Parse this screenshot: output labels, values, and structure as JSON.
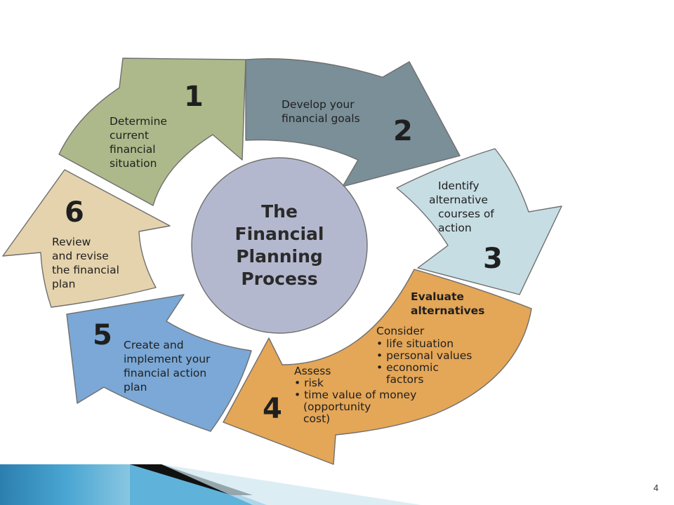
{
  "diagram": {
    "center": {
      "lines": [
        "The",
        "Financial",
        "Planning",
        "Process"
      ]
    },
    "steps": [
      {
        "number": "1",
        "lines": [
          "Determine",
          "current",
          "financial",
          "situation"
        ],
        "color": "#adb98a"
      },
      {
        "number": "2",
        "lines": [
          "Develop your",
          "financial goals"
        ],
        "color": "#7a8f98"
      },
      {
        "number": "3",
        "lines": [
          "Identify",
          "alternative",
          "courses of",
          "action"
        ],
        "color": "#c6dde3"
      },
      {
        "number": "4",
        "title": [
          "Evaluate",
          "alternatives"
        ],
        "consider": "Consider",
        "consider_items": [
          "• life situation",
          "• personal values",
          "• economic",
          "factors"
        ],
        "assess": "Assess",
        "assess_items": [
          "• risk",
          "• time value of money",
          "(opportunity",
          "cost)"
        ],
        "color": "#e4a657"
      },
      {
        "number": "5",
        "lines": [
          "Create and",
          "implement your",
          "financial action",
          "plan"
        ],
        "color": "#7ba8d6"
      },
      {
        "number": "6",
        "lines": [
          "Review",
          "and revise",
          "the financial",
          "plan"
        ],
        "color": "#e5d3ad"
      }
    ],
    "center_color": "#b4b8cf"
  },
  "footer": {
    "page_number": "4"
  }
}
